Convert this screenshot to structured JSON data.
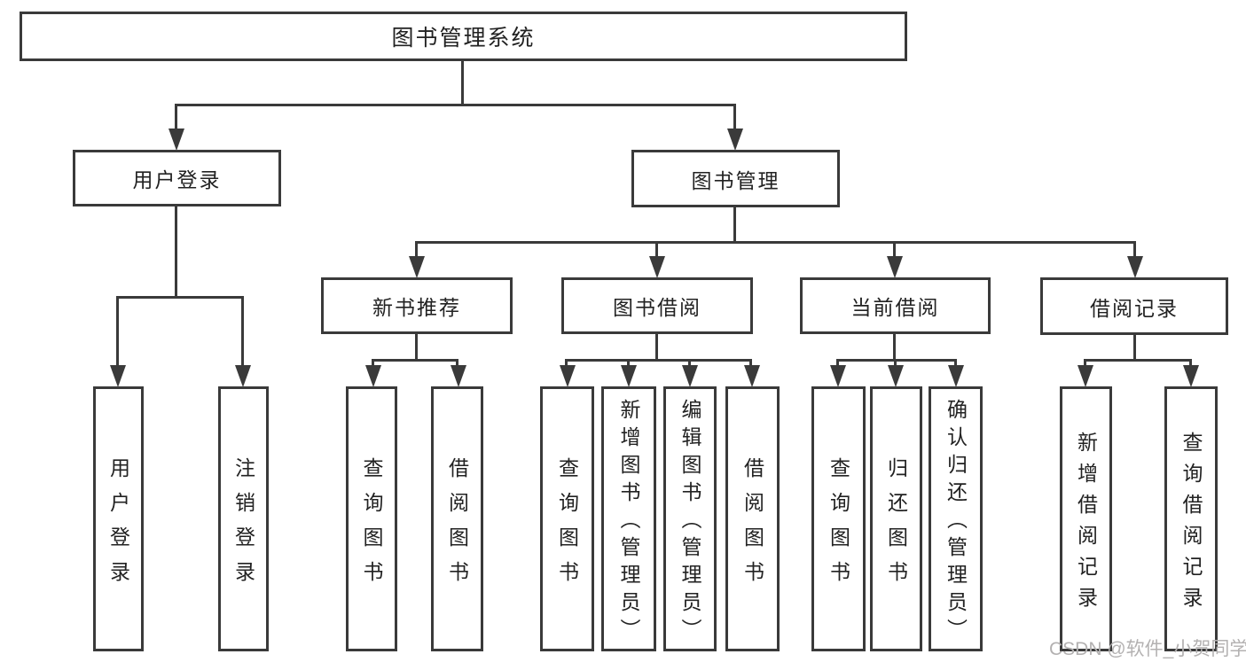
{
  "nodes": {
    "root": {
      "label": "图书管理系统"
    },
    "user_login": {
      "label": "用户登录"
    },
    "book_management": {
      "label": "图书管理"
    },
    "new_book_recommendation": {
      "label": "新书推荐"
    },
    "book_borrowing": {
      "label": "图书借阅"
    },
    "current_borrowing": {
      "label": "当前借阅"
    },
    "borrowing_records": {
      "label": "借阅记录"
    },
    "leaf_user_login": {
      "label": "用户登录"
    },
    "leaf_logout": {
      "label": "注销登录"
    },
    "leaf_nb_query_books": {
      "label": "查询图书"
    },
    "leaf_nb_borrow_books": {
      "label": "借阅图书"
    },
    "leaf_bb_query_books": {
      "label": "查询图书"
    },
    "leaf_bb_add_books": {
      "label": "新增图书（管理员）"
    },
    "leaf_bb_edit_books": {
      "label": "编辑图书（管理员）"
    },
    "leaf_bb_borrow_books": {
      "label": "借阅图书"
    },
    "leaf_cb_query_books": {
      "label": "查询图书"
    },
    "leaf_cb_return_books": {
      "label": "归还图书"
    },
    "leaf_cb_confirm_return": {
      "label": "确认归还（管理员）"
    },
    "leaf_br_add_record": {
      "label": "新增借阅记录"
    },
    "leaf_br_query_record": {
      "label": "查询借阅记录"
    }
  },
  "watermark": {
    "text": "CSDN @软件_小贺同学"
  },
  "colors": {
    "line": "#3a3a3a",
    "text": "#222222",
    "watermark": "#b3b1b1",
    "background": "#ffffff"
  }
}
